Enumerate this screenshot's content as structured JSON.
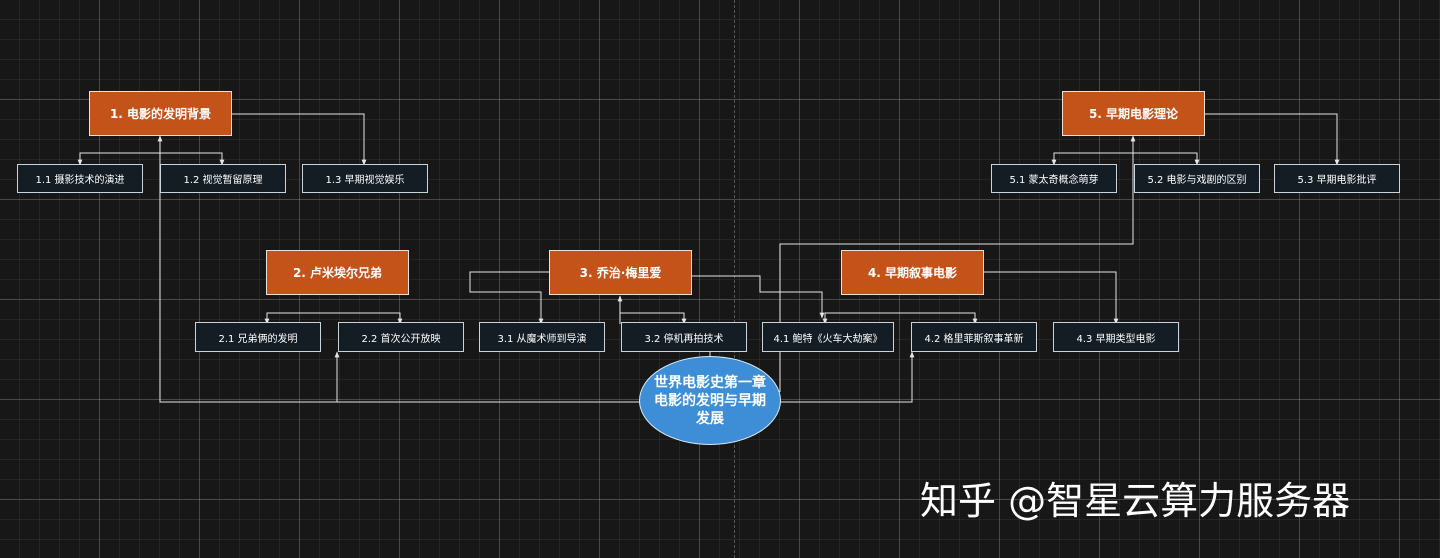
{
  "diagram": {
    "center_title": "世界电影史第一章电影的发明与早期发展",
    "sections": [
      {
        "id": "s1",
        "title": "1. 电影的发明背景",
        "items": [
          "1.1 摄影技术的演进",
          "1.2 视觉暂留原理",
          "1.3 早期视觉娱乐"
        ]
      },
      {
        "id": "s2",
        "title": "2. 卢米埃尔兄弟",
        "items": [
          "2.1 兄弟俩的发明",
          "2.2 首次公开放映"
        ]
      },
      {
        "id": "s3",
        "title": "3. 乔治·梅里爱",
        "items": [
          "3.1 从魔术师到导演",
          "3.2 停机再拍技术"
        ]
      },
      {
        "id": "s4",
        "title": "4. 早期叙事电影",
        "items": [
          "4.1 鲍特《火车大劫案》",
          "4.2 格里菲斯叙事革新",
          "4.3 早期类型电影"
        ]
      },
      {
        "id": "s5",
        "title": "5. 早期电影理论",
        "items": [
          "5.1 蒙太奇概念萌芽",
          "5.2 电影与戏剧的区别",
          "5.3 早期电影批评"
        ]
      }
    ],
    "colors": {
      "background": "#171717",
      "section_fill": "#c4531a",
      "item_fill": "#141d24",
      "center_fill": "#3d8ed6",
      "connector": "#e6e6e6"
    }
  },
  "watermark": "知乎 @智星云算力服务器"
}
